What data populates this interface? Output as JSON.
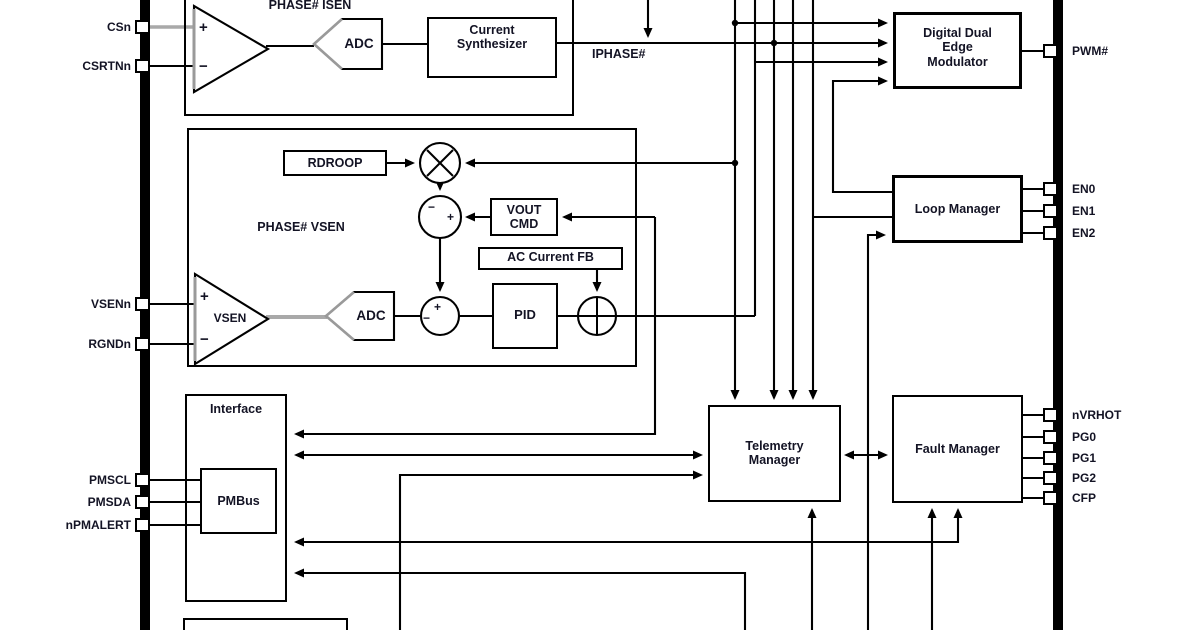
{
  "colors": {
    "line": "#000000",
    "text": "#131324",
    "gray_wire": "#a9a9a9",
    "background": "#ffffff"
  },
  "left_pins": [
    {
      "label": "CSn"
    },
    {
      "label": "CSRTNn"
    },
    {
      "label": "VSENn"
    },
    {
      "label": "RGNDn"
    },
    {
      "label": "PMSCL"
    },
    {
      "label": "PMSDA"
    },
    {
      "label": "nPMALERT"
    }
  ],
  "right_pins": [
    {
      "label": "PWM#"
    },
    {
      "label": "EN0"
    },
    {
      "label": "EN1"
    },
    {
      "label": "EN2"
    },
    {
      "label": "nVRHOT"
    },
    {
      "label": "PG0"
    },
    {
      "label": "PG1"
    },
    {
      "label": "PG2"
    },
    {
      "label": "CFP"
    }
  ],
  "blocks": {
    "phase_isen_title": "PHASE# ISEN",
    "adc": "ADC",
    "current_synthesizer": "Current\nSynthesizer",
    "iphase_label": "IPHASE#",
    "modulator": "Digital Dual\nEdge\nModulator",
    "loop_manager": "Loop Manager",
    "rdroop": "RDROOP",
    "phase_vsen_title": "PHASE# VSEN",
    "vout_cmd": "VOUT\nCMD",
    "ac_current_fb": "AC Current FB",
    "vsen_amp": "VSEN",
    "pid": "PID",
    "interface": "Interface",
    "pmbus": "PMBus",
    "telemetry_manager": "Telemetry\nManager",
    "fault_manager": "Fault Manager"
  },
  "symbols": {
    "plus": "+",
    "minus": "−"
  }
}
